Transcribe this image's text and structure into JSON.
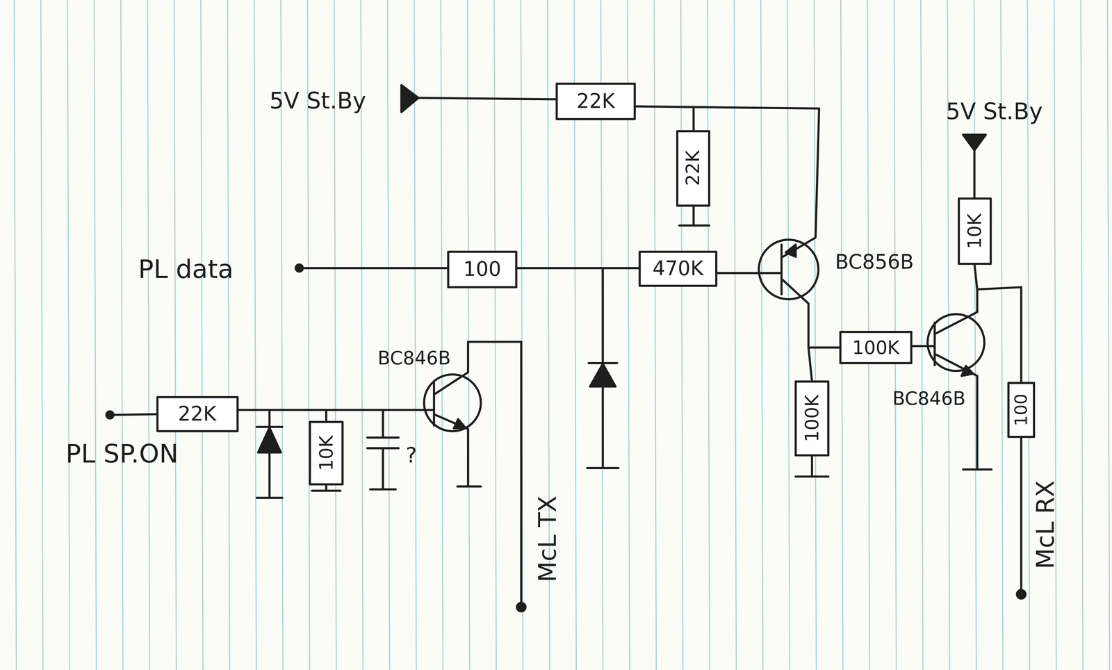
{
  "diagram": {
    "labels": [
      "5V St.By",
      "22K",
      "22K",
      "5V St.By",
      "10K",
      "PL data",
      "100",
      "470K",
      "BC856B",
      "BC846B",
      "22K",
      "10K",
      "?",
      "PL SP.ON",
      "McL TX",
      "100K",
      "100K",
      "BC846B",
      "100",
      "McL RX"
    ]
  }
}
